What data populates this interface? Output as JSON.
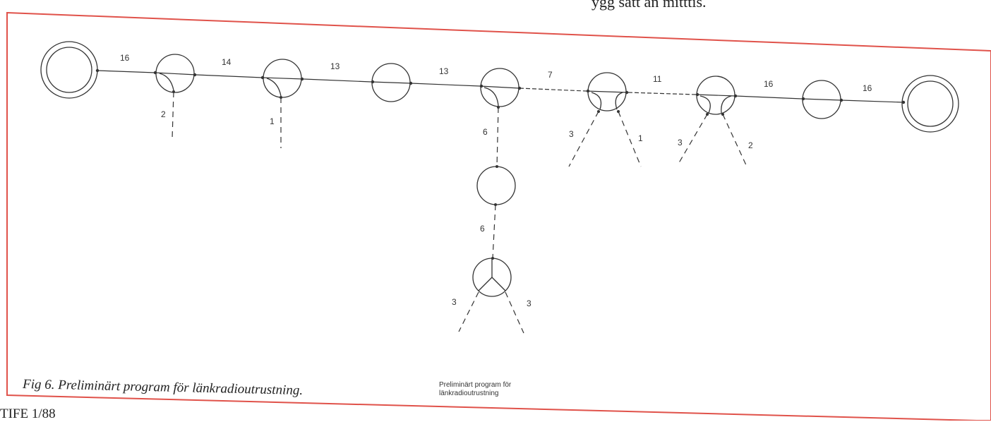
{
  "page_header_fragment": "ygg   satt an mitttis.",
  "page_footer_fragment": "TIFE 1/88",
  "figure": {
    "caption": "Fig 6.  Preliminärt program för länkradioutrustning.",
    "small_label_line1": "Preliminärt program för",
    "small_label_line2": "länkradioutrustning"
  },
  "trunk_link_labels": [
    "16",
    "14",
    "13",
    "13",
    "7",
    "11",
    "16",
    "16"
  ],
  "branch_labels": {
    "station_2_spur": "2",
    "station_3_spur": "1",
    "station_5_down_1": "6",
    "station_5_down_2": "6",
    "station_5_bottom_left": "3",
    "station_5_bottom_right": "3",
    "station_6_left": "3",
    "station_6_right": "1",
    "station_7_left": "3",
    "station_7_right": "2"
  },
  "colors": {
    "frame": "#e0524a",
    "line": "#333333"
  }
}
